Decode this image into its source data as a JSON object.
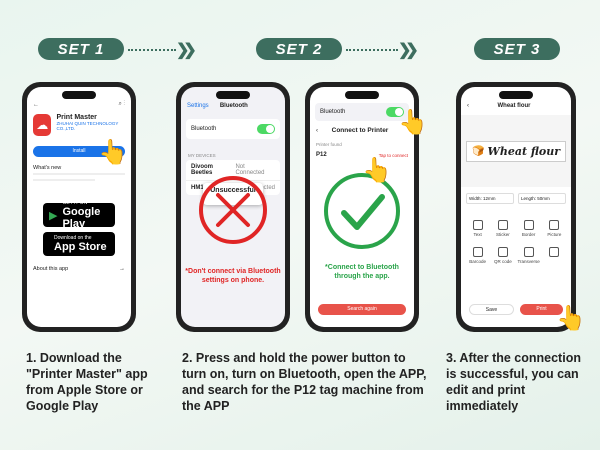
{
  "steps": [
    {
      "label": "SET 1"
    },
    {
      "label": "SET 2"
    },
    {
      "label": "SET 3"
    }
  ],
  "captions": [
    "1. Download the \"Printer Master\" app from Apple Store or Google Play",
    "2. Press and hold the power button to turn on, turn on Bluetooth, open the APP, and search for the P12 tag machine from the APP",
    "3. After the connection is successful, you can edit and print immediately"
  ],
  "phone1": {
    "app_name": "Print Master",
    "developer": "ZHUHAI QUIN TECHNOLOGY CO.,LTD.",
    "install_label": "Install",
    "whats_new": "What's new",
    "google_play_top": "GET IT ON",
    "google_play": "Google Play",
    "app_store_top": "Download on the",
    "app_store": "App Store",
    "about": "About this app",
    "arrow": "→"
  },
  "phone2": {
    "back": "Settings",
    "title": "Bluetooth",
    "bluetooth_label": "Bluetooth",
    "my_devices": "MY DEVICES",
    "devices": [
      {
        "name": "Divoom Beetles",
        "status": "Not Connected"
      },
      {
        "name": "HM11",
        "status": "Not Connected"
      }
    ],
    "popup_title": "Unsuccessful",
    "warning": "*Don't connect via Bluetooth settings on phone."
  },
  "phone3": {
    "bluetooth_label": "Bluetooth",
    "title": "Connect to Printer",
    "printer_found": "Printer found",
    "printer_name": "P12",
    "tap_connect": "Tap to connect",
    "note": "*Connect to Bluetooth through the app.",
    "search_again": "Search again"
  },
  "phone4": {
    "title": "Wheat flour",
    "label_text": "Wheat flour",
    "width_label": "Width: 12mm",
    "length_label": "Length: 50mm",
    "tools": [
      "Text",
      "Sticker",
      "Border",
      "Picture",
      "Barcode",
      "QR code",
      "Transverse",
      ""
    ],
    "save": "Save",
    "print": "Print"
  },
  "colors": {
    "accent": "#3d6e5f",
    "red": "#e02525",
    "green": "#2aa44a",
    "blue": "#1a73e8"
  }
}
